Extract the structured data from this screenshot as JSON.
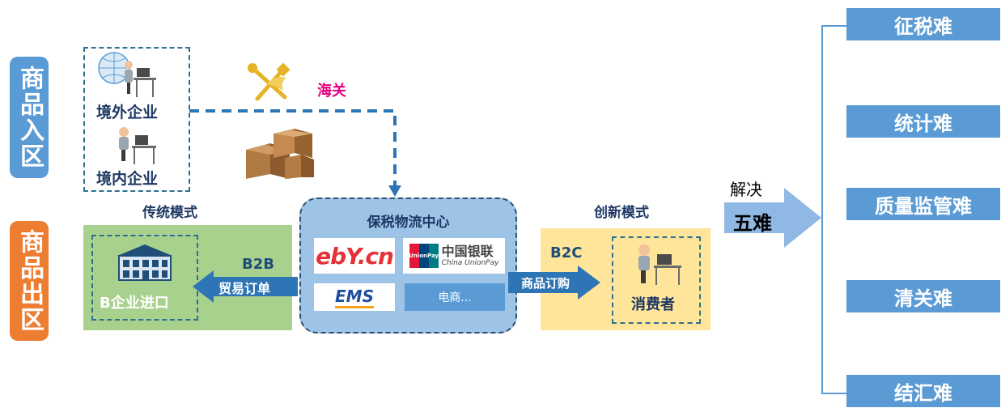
{
  "side_tabs": {
    "import_zone": "商品入区",
    "export_zone": "商品出区"
  },
  "enterprises": {
    "overseas": "境外企业",
    "domestic": "境内企业"
  },
  "customs_label": "海关",
  "traditional": {
    "title": "传统模式",
    "company": "B企业进口",
    "b2b_label": "B2B",
    "arrow_label": "贸易订单"
  },
  "center": {
    "title": "保税物流中心",
    "ecommerce_tile": "电商...",
    "logos": {
      "ebay": "ebY.cn",
      "unionpay_cn": "中国银联",
      "unionpay_en": "China UnionPay",
      "unionpay_badge": "UnionPay",
      "ems": "EMS"
    }
  },
  "innovative": {
    "title": "创新模式",
    "b2c_label": "B2C",
    "arrow_label": "商品订购",
    "consumer": "消费者"
  },
  "solve": {
    "verb": "解决",
    "five": "五难"
  },
  "problems": [
    "征税难",
    "统计难",
    "质量监管难",
    "清关难",
    "结汇难"
  ],
  "colors": {
    "blue_tab": "#5b9bd5",
    "orange_tab": "#ed7d31",
    "center_blue": "#9dc3e6",
    "dark_arrow": "#2e75b6",
    "customs_pink": "#e6007e"
  }
}
